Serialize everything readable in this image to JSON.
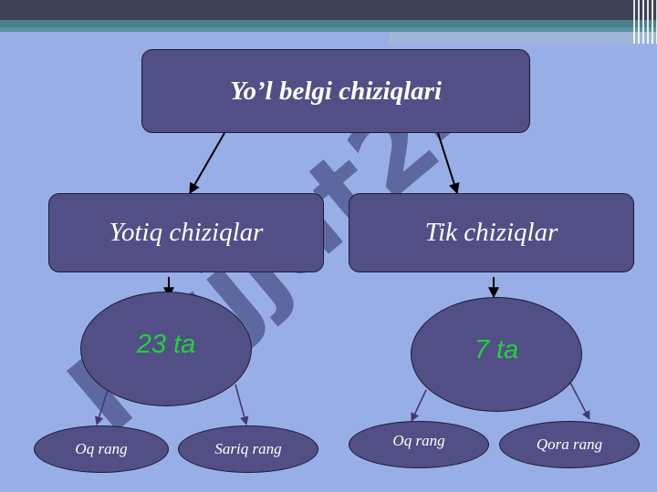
{
  "watermark": "Hujjat24",
  "root": {
    "label": "Yo’l  belgi chiziqlari"
  },
  "branches": [
    {
      "label": "Yotiq chiziqlar",
      "count": "23 ta",
      "leaves": [
        "Oq rang",
        "Sariq rang"
      ]
    },
    {
      "label": "Tik chiziqlar",
      "count": "7 ta",
      "leaves": [
        "Oq rang",
        "Qora rang"
      ]
    }
  ],
  "colors": {
    "background": "#98aee6",
    "node_fill": "#524f86",
    "count_text": "#22d13a",
    "watermark": "#2e2f68"
  }
}
